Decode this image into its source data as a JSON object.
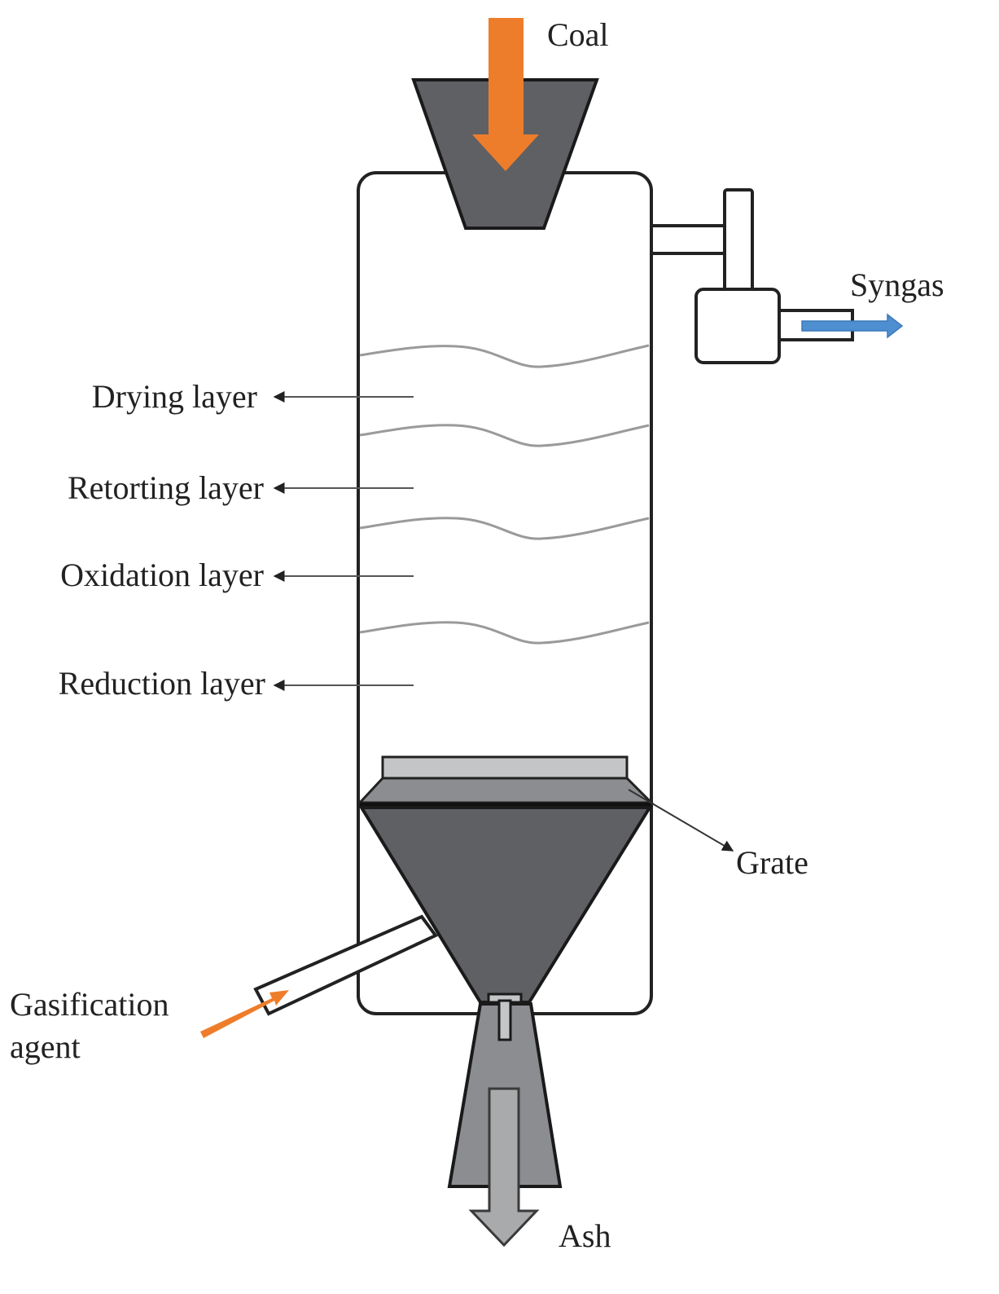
{
  "labels": {
    "coal": "Coal",
    "syngas": "Syngas",
    "drying": "Drying layer",
    "retorting": "Retorting layer",
    "oxidation": "Oxidation layer",
    "reduction": "Reduction layer",
    "grate": "Grate",
    "gasification_line1": "Gasification",
    "gasification_line2": "agent",
    "ash": "Ash"
  },
  "colors": {
    "coal_flow": "#ee7d2b",
    "syngas_flow": "#4d8fd1",
    "gasification_flow": "#ee7d2b",
    "dark_gray": "#5f6063",
    "mid_gray": "#8c8d90",
    "light_gray": "#c4c5c7"
  }
}
